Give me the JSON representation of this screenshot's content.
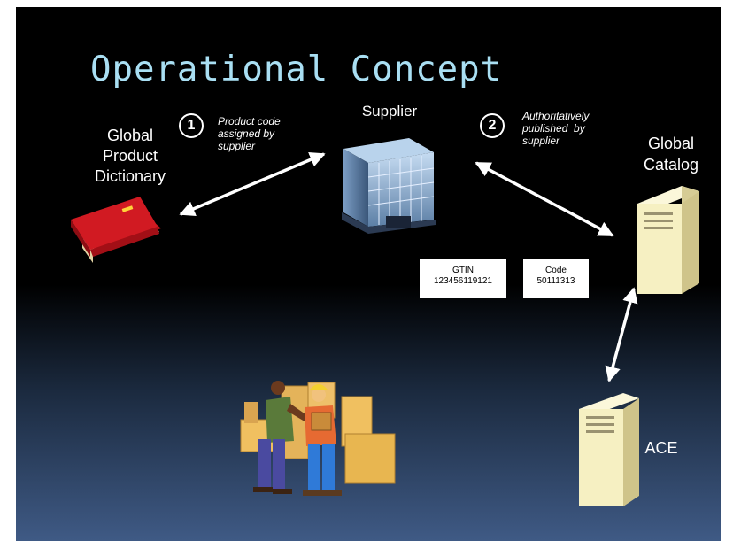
{
  "title": "Operational Concept",
  "nodes": {
    "dictionary": {
      "lines": [
        "Global",
        "Product",
        "Dictionary"
      ]
    },
    "supplier": {
      "label": "Supplier"
    },
    "catalog": {
      "lines": [
        "Global",
        "Catalog"
      ]
    },
    "ace": {
      "label": "ACE"
    }
  },
  "steps": [
    {
      "number": "1",
      "lines": [
        "Product code",
        "assigned by",
        "supplier"
      ]
    },
    {
      "number": "2",
      "lines": [
        "Authoritatively",
        "published  by",
        "supplier"
      ]
    }
  ],
  "records": [
    {
      "header": "GTIN",
      "value": "123456119121"
    },
    {
      "header": "Code",
      "value": "50111313"
    }
  ],
  "icons": {
    "dictionary": "book-icon",
    "supplier": "office-building-icon",
    "catalog": "server-icon",
    "ace": "server-icon",
    "workers": "workers-with-boxes-icon"
  },
  "colors": {
    "title": "#a9dff3",
    "book": "#c8141c",
    "server": "#f6f0c2",
    "arrow": "#ffffff"
  }
}
